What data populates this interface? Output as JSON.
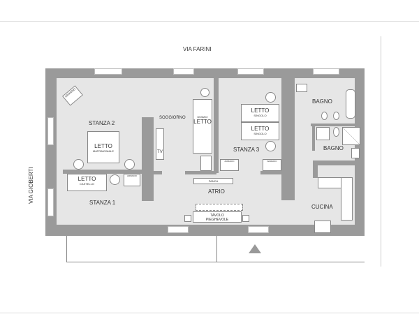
{
  "streets": {
    "top": "VIA FARINI",
    "left": "VIA GIOBERTI"
  },
  "rooms": {
    "stanza2": "STANZA 2",
    "soggiorno": "SOGGIORNO",
    "stanza3": "STANZA 3",
    "bagno1": "BAGNO",
    "bagno2": "BAGNO",
    "stanza1": "STANZA 1",
    "atrio": "ATRIO",
    "cucina": "CUCINA"
  },
  "furniture": {
    "armadio": "ARMADIO",
    "letto": "LETTO",
    "matrimoniale": "MATRIMONIALE",
    "castello": "CASTELLO",
    "singolo": "SINGOLO",
    "divano": "DIVANO",
    "tv": "TV",
    "panca": "PANCA",
    "tavolo": "TAVOLO",
    "pieghevole": "PIEGHEVOLE"
  },
  "colors": {
    "wall": "#9a9a9a",
    "floor": "#e6e6e6"
  }
}
